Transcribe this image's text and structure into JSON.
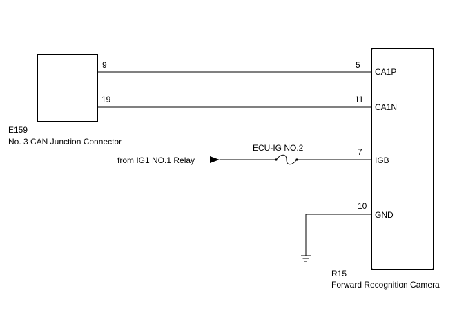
{
  "junction_connector": {
    "code": "E159",
    "name": "No. 3 CAN Junction Connector"
  },
  "camera": {
    "code": "R15",
    "name": "Forward Recognition Camera"
  },
  "wires": {
    "ca1p": {
      "left_pin": "9",
      "right_pin": "5",
      "terminal": "CA1P"
    },
    "ca1n": {
      "left_pin": "19",
      "right_pin": "11",
      "terminal": "CA1N"
    },
    "igb": {
      "source": "from IG1 NO.1 Relay",
      "fuse": "ECU-IG NO.2",
      "right_pin": "7",
      "terminal": "IGB"
    },
    "gnd": {
      "right_pin": "10",
      "terminal": "GND"
    }
  },
  "colors": {
    "line": "#000000",
    "background": "#ffffff"
  }
}
